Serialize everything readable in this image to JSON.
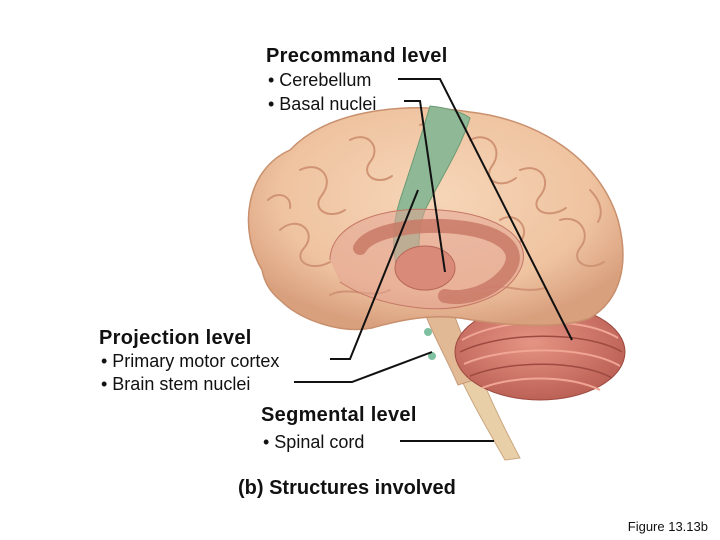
{
  "precommand": {
    "heading": "Precommand level",
    "items": [
      "• Cerebellum",
      "• Basal nuclei"
    ]
  },
  "projection": {
    "heading": "Projection level",
    "items": [
      "• Primary motor cortex",
      "• Brain stem nuclei"
    ]
  },
  "segmental": {
    "heading": "Segmental level",
    "items": [
      "• Spinal cord"
    ]
  },
  "caption": "(b) Structures involved",
  "figure_number": "Figure 13.13b",
  "colors": {
    "cortex": "#f1c8a4",
    "cortex_shadow": "#d99f7f",
    "motor_cortex": "#8fb896",
    "basal_nuclei": "#d98a78",
    "cerebellum": "#d0766a",
    "spinal_cord": "#e9cfa8",
    "leader_lines": "#111111"
  }
}
